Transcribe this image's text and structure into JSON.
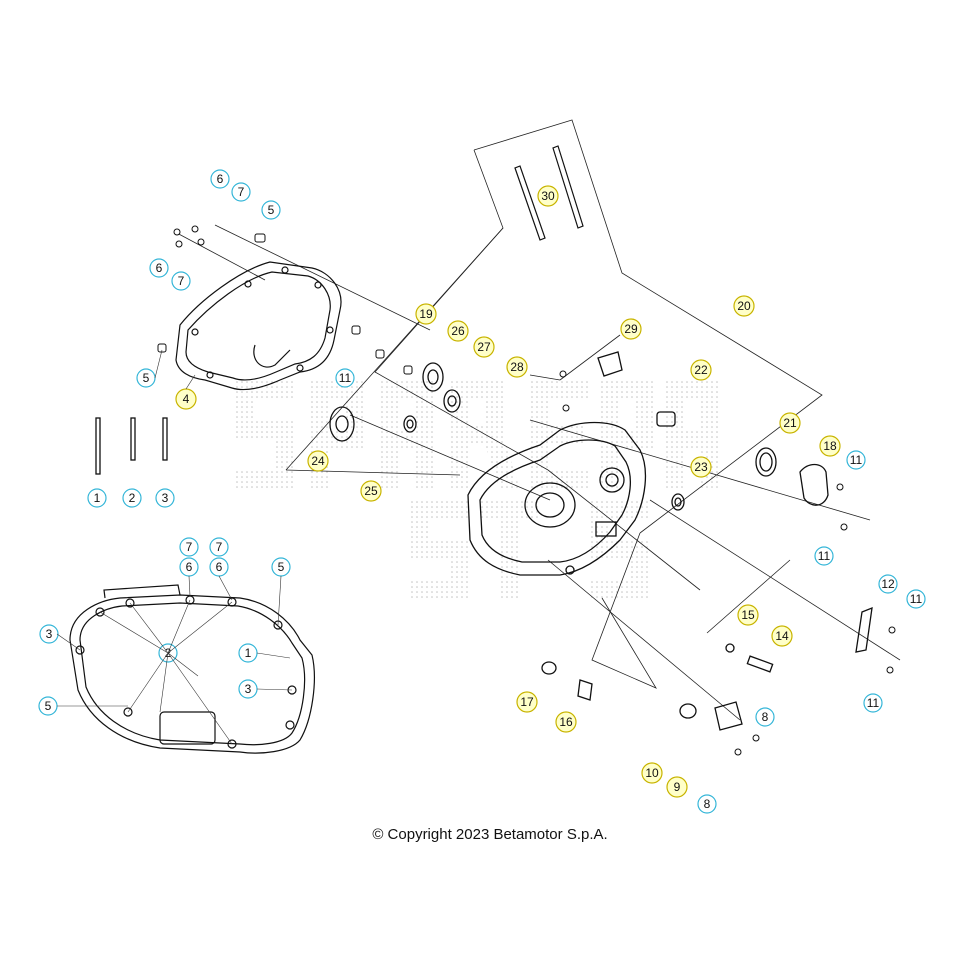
{
  "footer": {
    "copyright": "© Copyright 2023 Betamotor S.p.A."
  },
  "watermark": {
    "text": "SPAREPARTS"
  },
  "colors": {
    "yellow_callout_fill": "#ffffc8",
    "yellow_callout_stroke": "#c8b400",
    "blue_callout_fill": "#ffffff",
    "blue_callout_stroke": "#35b6d8",
    "line": "#222222",
    "watermark": "#bdbdbd"
  },
  "callouts_yellow": [
    "30",
    "19",
    "26",
    "27",
    "29",
    "20",
    "28",
    "22",
    "21",
    "18",
    "23",
    "24",
    "25",
    "4",
    "15",
    "14",
    "17",
    "16",
    "10",
    "9"
  ],
  "callouts_blue": [
    "6",
    "7",
    "5",
    "6",
    "7",
    "5",
    "11",
    "1",
    "2",
    "3",
    "11",
    "11",
    "12",
    "11",
    "11",
    "8",
    "8",
    "7",
    "7",
    "6",
    "6",
    "5",
    "3",
    "2",
    "1",
    "3",
    "5"
  ]
}
